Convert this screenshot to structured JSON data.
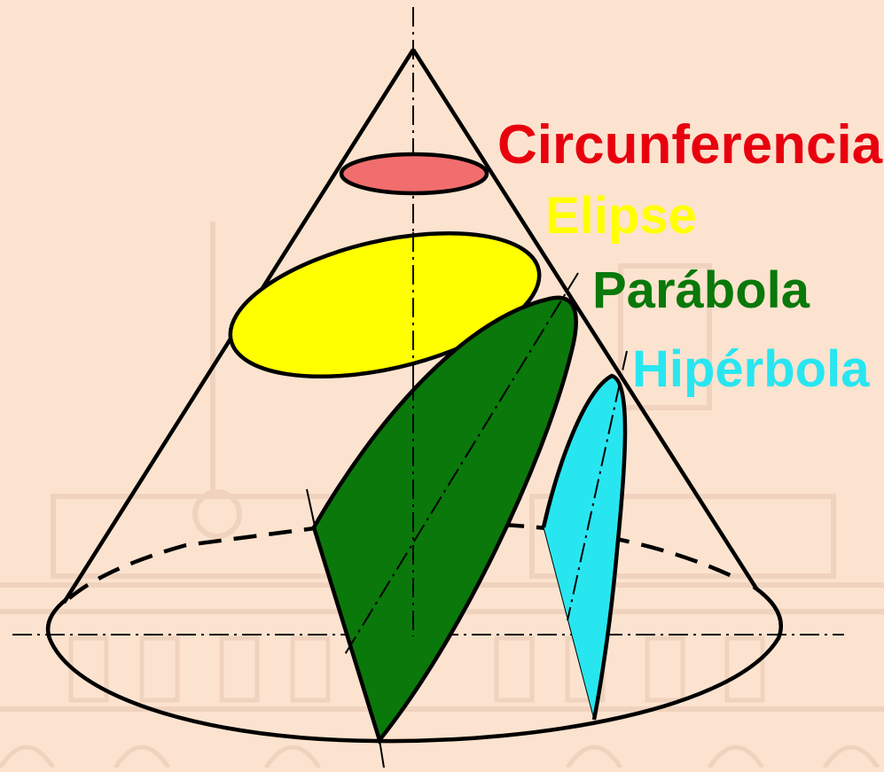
{
  "labels": {
    "circunferencia": "Circunferencia",
    "elipse": "Elipse",
    "parabola": "Parábola",
    "hiperbola": "Hipérbola"
  },
  "colors": {
    "background": "#fce3cf",
    "watermark": "#f2d6c2",
    "outline": "#000000",
    "circunferencia": "#e8000e",
    "circunferencia_fill": "#f26d6d",
    "elipse": "#ffff00",
    "parabola": "#0a780a",
    "hiperbola": "#28e6f0"
  }
}
